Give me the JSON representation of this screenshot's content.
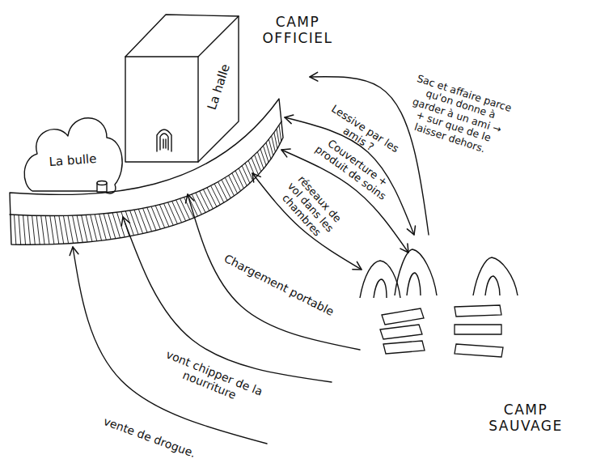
{
  "diagram": {
    "nodes": [
      {
        "text": [
          "CAMP OFFICIEL"
        ]
      },
      {
        "text": [
          "La bulle"
        ],
        "in": 0
      },
      {
        "text": [
          "La halle"
        ],
        "in": 0
      },
      {
        "text": [
          "CAMP SAUVAGE"
        ]
      }
    ],
    "edges": [
      {
        "from": 3,
        "to": 0,
        "arrow": "to",
        "label": "Sac et affaire parce qu'on donne à garder à un ami → + sur que de le laisser dehors."
      },
      {
        "from": 0,
        "to": 3,
        "arrow": "both",
        "label": "Lessive par les amis ?"
      },
      {
        "from": 0,
        "to": 3,
        "arrow": "both",
        "label": "Couverture + produit de soins"
      },
      {
        "from": 0,
        "to": 3,
        "arrow": "both",
        "label": "réseaux de vol dans les chambres"
      },
      {
        "from": 3,
        "to": 0,
        "arrow": "to",
        "label": "Chargement portable"
      },
      {
        "from": 3,
        "to": 0,
        "arrow": "to",
        "label": "vont chipper de la nourriture"
      },
      {
        "from": 3,
        "to": 0,
        "arrow": "to",
        "label": "vente de drogue."
      }
    ]
  }
}
